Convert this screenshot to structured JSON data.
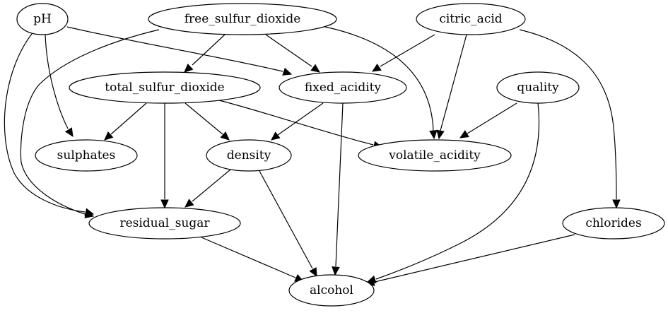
{
  "graph": {
    "nodes": [
      {
        "id": "pH",
        "label": "pH"
      },
      {
        "id": "free_sulfur_dioxide",
        "label": "free_sulfur_dioxide"
      },
      {
        "id": "citric_acid",
        "label": "citric_acid"
      },
      {
        "id": "total_sulfur_dioxide",
        "label": "total_sulfur_dioxide"
      },
      {
        "id": "fixed_acidity",
        "label": "fixed_acidity"
      },
      {
        "id": "quality",
        "label": "quality"
      },
      {
        "id": "sulphates",
        "label": "sulphates"
      },
      {
        "id": "density",
        "label": "density"
      },
      {
        "id": "volatile_acidity",
        "label": "volatile_acidity"
      },
      {
        "id": "residual_sugar",
        "label": "residual_sugar"
      },
      {
        "id": "chlorides",
        "label": "chlorides"
      },
      {
        "id": "alcohol",
        "label": "alcohol"
      }
    ],
    "edges": [
      {
        "from": "pH",
        "to": "fixed_acidity"
      },
      {
        "from": "pH",
        "to": "sulphates"
      },
      {
        "from": "pH",
        "to": "residual_sugar"
      },
      {
        "from": "free_sulfur_dioxide",
        "to": "total_sulfur_dioxide"
      },
      {
        "from": "free_sulfur_dioxide",
        "to": "fixed_acidity"
      },
      {
        "from": "free_sulfur_dioxide",
        "to": "volatile_acidity"
      },
      {
        "from": "free_sulfur_dioxide",
        "to": "residual_sugar"
      },
      {
        "from": "citric_acid",
        "to": "fixed_acidity"
      },
      {
        "from": "citric_acid",
        "to": "volatile_acidity"
      },
      {
        "from": "citric_acid",
        "to": "chlorides"
      },
      {
        "from": "total_sulfur_dioxide",
        "to": "sulphates"
      },
      {
        "from": "total_sulfur_dioxide",
        "to": "density"
      },
      {
        "from": "total_sulfur_dioxide",
        "to": "volatile_acidity"
      },
      {
        "from": "total_sulfur_dioxide",
        "to": "residual_sugar"
      },
      {
        "from": "fixed_acidity",
        "to": "density"
      },
      {
        "from": "fixed_acidity",
        "to": "alcohol"
      },
      {
        "from": "quality",
        "to": "volatile_acidity"
      },
      {
        "from": "quality",
        "to": "alcohol"
      },
      {
        "from": "density",
        "to": "residual_sugar"
      },
      {
        "from": "density",
        "to": "alcohol"
      },
      {
        "from": "residual_sugar",
        "to": "alcohol"
      },
      {
        "from": "chlorides",
        "to": "alcohol"
      }
    ]
  }
}
